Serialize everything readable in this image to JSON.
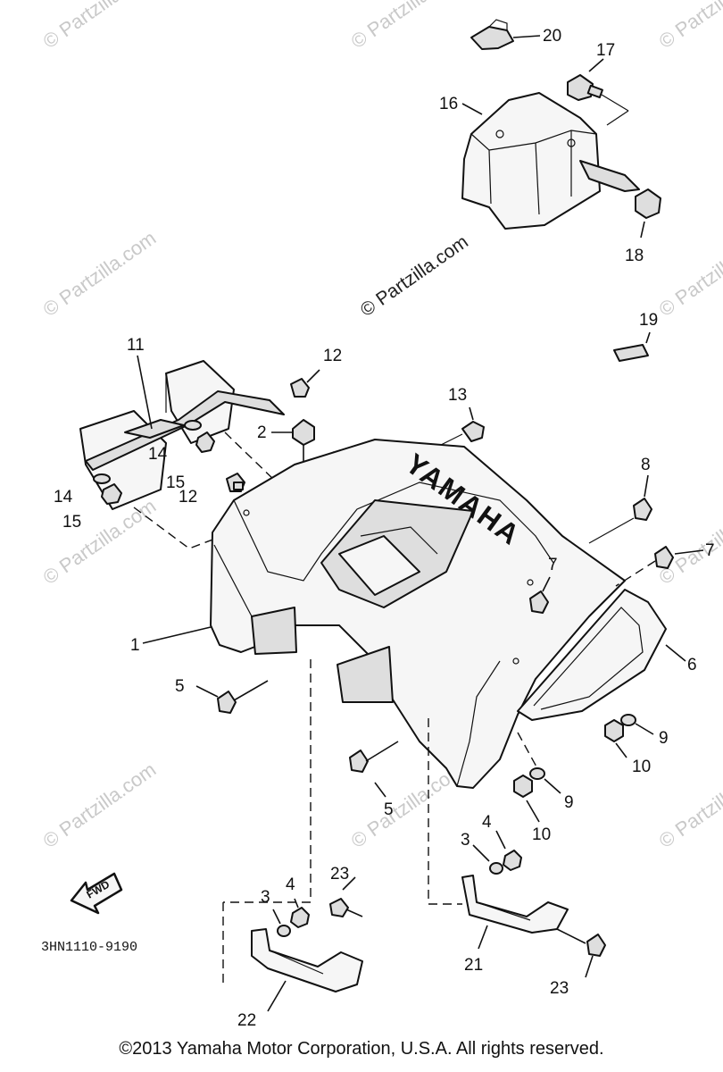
{
  "watermark": "© Partzilla.com",
  "diagram_code": "3HN1110-9190",
  "fwd_label": "FWD",
  "brand_text": "YAMAHA",
  "copyright": "©2013 Yamaha Motor Corporation, U.S.A. All rights reserved.",
  "callouts": [
    "1",
    "2",
    "3",
    "3",
    "4",
    "4",
    "5",
    "5",
    "6",
    "7",
    "7",
    "8",
    "9",
    "9",
    "10",
    "10",
    "11",
    "12",
    "12",
    "13",
    "14",
    "14",
    "15",
    "15",
    "16",
    "17",
    "18",
    "19",
    "20",
    "21",
    "22",
    "23",
    "23"
  ]
}
